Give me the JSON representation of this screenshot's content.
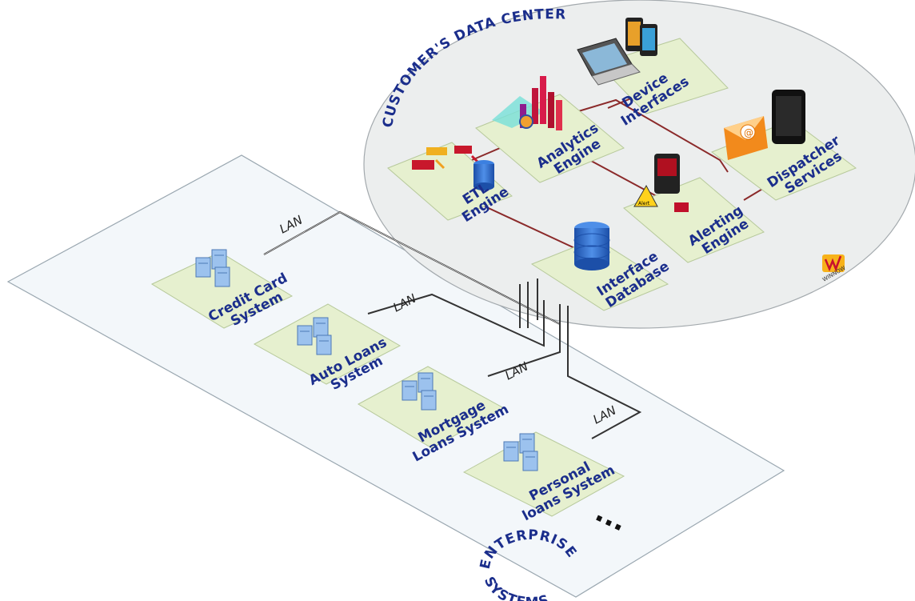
{
  "datacenter": {
    "title": "CUSTOMER'S DATA CENTER",
    "logo_text": "WINNOW",
    "nodes": [
      {
        "id": "device",
        "lines": [
          "Device",
          "Interfaces"
        ]
      },
      {
        "id": "analytics",
        "lines": [
          "Analytics",
          "Engine"
        ]
      },
      {
        "id": "etl",
        "lines": [
          "ETL",
          "Engine"
        ]
      },
      {
        "id": "dispatcher",
        "lines": [
          "Dispatcher",
          "Services"
        ]
      },
      {
        "id": "alerting",
        "lines": [
          "Alerting",
          "Engine"
        ]
      },
      {
        "id": "interface-db",
        "lines": [
          "Interface",
          "Database"
        ]
      }
    ],
    "alert_badge": "Alert"
  },
  "enterprise": {
    "title": "ENTERPRISE SYSTEMS",
    "nodes": [
      {
        "id": "credit-card",
        "lines": [
          "Credit Card",
          "System"
        ],
        "link": "LAN"
      },
      {
        "id": "auto-loans",
        "lines": [
          "Auto Loans",
          "System"
        ],
        "link": "LAN"
      },
      {
        "id": "mortgage",
        "lines": [
          "Mortgage",
          "Loans System"
        ],
        "link": "LAN"
      },
      {
        "id": "personal",
        "lines": [
          "Personal",
          "loans System"
        ],
        "link": "LAN"
      }
    ],
    "ellipsis": "..."
  },
  "colors": {
    "node_fill": "#e6f0cf",
    "label_text": "#1b2e8c",
    "datacenter_link": "#8b2a2a",
    "lan_link": "#333333",
    "server_blue": "#6f9fd8",
    "db_blue": "#2f6fd0"
  }
}
